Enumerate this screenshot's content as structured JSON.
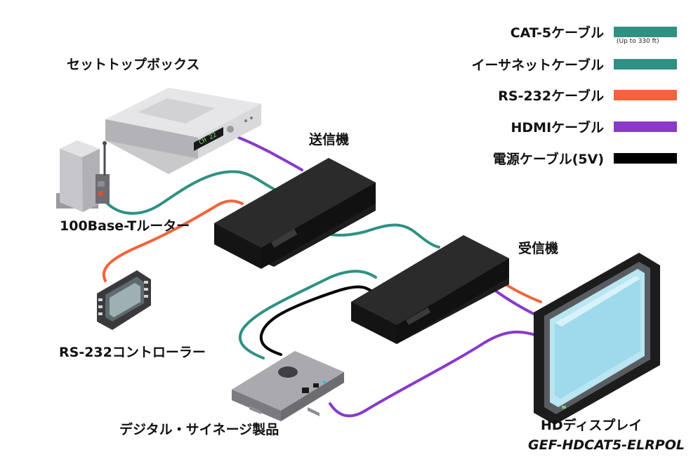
{
  "colors": {
    "cat5": "#2e9183",
    "ethernet": "#2e9183",
    "rs232": "#f2643c",
    "hdmi": "#8a39c9",
    "power": "#000000"
  },
  "legend": [
    {
      "label": "CAT-5ケーブル",
      "color": "#2e9183",
      "note": "(Up to 330 ft)"
    },
    {
      "label": "イーサネットケーブル",
      "color": "#2e9183"
    },
    {
      "label": "RS-232ケーブル",
      "color": "#f2643c"
    },
    {
      "label": "HDMIケーブル",
      "color": "#8a39c9"
    },
    {
      "label": "電源ケーブル(5V)",
      "color": "#000000"
    }
  ],
  "devices": {
    "settop": "セットトップボックス",
    "settop_display": "CH 22",
    "router": "100Base-Tルーター",
    "sender": "送信機",
    "receiver": "受信機",
    "rs232_controller": "RS-232コントローラー",
    "signage": "デジタル・サイネージ製品",
    "display": "HDディスプレイ",
    "model": "GEF-HDCAT5-ELRPOL"
  }
}
